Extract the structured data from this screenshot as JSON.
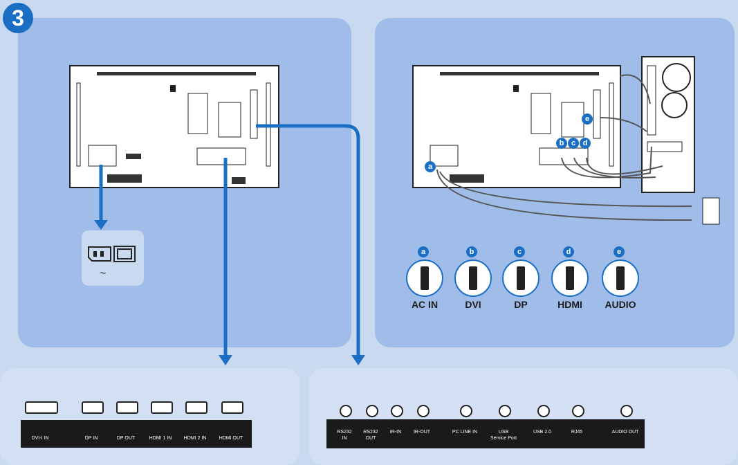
{
  "step_number": "3",
  "connectors": [
    {
      "badge": "a",
      "label": "AC IN",
      "icon": "ac-power-plug-icon"
    },
    {
      "badge": "b",
      "label": "DVI",
      "icon": "dvi-connector-icon"
    },
    {
      "badge": "c",
      "label": "DP",
      "icon": "displayport-connector-icon"
    },
    {
      "badge": "d",
      "label": "HDMI",
      "icon": "hdmi-connector-icon"
    },
    {
      "badge": "e",
      "label": "AUDIO",
      "icon": "audio-jack-icon"
    }
  ],
  "callout_badges": [
    "a",
    "b",
    "c",
    "d",
    "e"
  ],
  "video_ports": [
    "DVI-I IN",
    "DP  IN",
    "DP  OUT",
    "HDMI 1 IN",
    "HDMI 2 IN",
    "HDMI OUT"
  ],
  "control_ports": [
    {
      "line1": "RS232",
      "line2": "IN"
    },
    {
      "line1": "RS232",
      "line2": "OUT"
    },
    {
      "line1": "IR-IN",
      "line2": ""
    },
    {
      "line1": "IR-OUT",
      "line2": ""
    },
    {
      "line1": "PC LINE IN",
      "line2": ""
    },
    {
      "line1": "USB",
      "line2": "Service Port"
    },
    {
      "line1": "USB 2.0",
      "line2": ""
    },
    {
      "line1": "RJ45",
      "line2": ""
    },
    {
      "line1": "AUDIO OUT",
      "line2": ""
    }
  ],
  "power_symbol": "~",
  "colors": {
    "background": "#c9d9ef",
    "panel": "#9fbde8",
    "accent": "#1a6fc4",
    "port_strip": "#1a1a1a"
  }
}
